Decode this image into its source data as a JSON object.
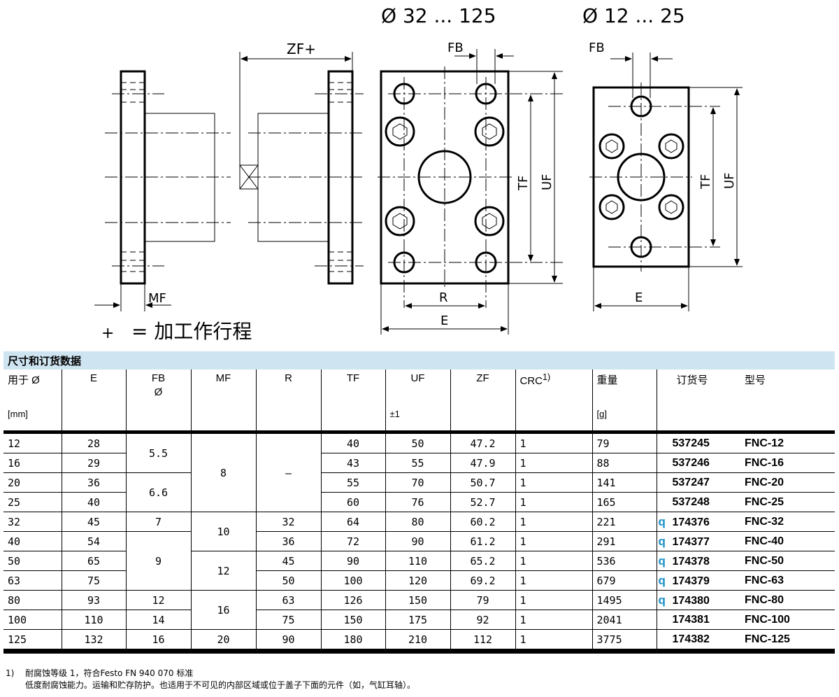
{
  "drawing": {
    "label_dia_large": "Ø 32 ... 125",
    "label_dia_small": "Ø 12 ... 25",
    "label_zf": "ZF+",
    "label_fb": "FB",
    "label_tf": "TF",
    "label_uf": "UF",
    "label_r": "R",
    "label_e": "E",
    "label_mf": "MF",
    "legend_plus": "+",
    "legend_text": "= 加工作行程"
  },
  "table": {
    "title": "尺寸和订货数据",
    "headers": [
      {
        "label": "用于 Ø",
        "unit": "[mm]"
      },
      {
        "label": "E",
        "unit": ""
      },
      {
        "label": "FB",
        "sub": "Ø",
        "unit": ""
      },
      {
        "label": "MF",
        "unit": ""
      },
      {
        "label": "R",
        "unit": ""
      },
      {
        "label": "TF",
        "unit": ""
      },
      {
        "label": "UF",
        "unit": "±1"
      },
      {
        "label": "ZF",
        "unit": ""
      },
      {
        "label": "CRC",
        "sup": "1)",
        "unit": ""
      },
      {
        "label": "重量",
        "unit": "[g]"
      },
      {
        "label": "订货号",
        "unit": ""
      },
      {
        "label": "型号",
        "unit": ""
      }
    ],
    "rows": [
      {
        "dia": "12",
        "e": "28",
        "tf": "40",
        "uf": "50",
        "zf": "47.2",
        "crc": "1",
        "weight": "79",
        "order": "537245",
        "q": false,
        "type": "FNC-12"
      },
      {
        "dia": "16",
        "e": "29",
        "tf": "43",
        "uf": "55",
        "zf": "47.9",
        "crc": "1",
        "weight": "88",
        "order": "537246",
        "q": false,
        "type": "FNC-16"
      },
      {
        "dia": "20",
        "e": "36",
        "tf": "55",
        "uf": "70",
        "zf": "50.7",
        "crc": "1",
        "weight": "141",
        "order": "537247",
        "q": false,
        "type": "FNC-20"
      },
      {
        "dia": "25",
        "e": "40",
        "tf": "60",
        "uf": "76",
        "zf": "52.7",
        "crc": "1",
        "weight": "165",
        "order": "537248",
        "q": false,
        "type": "FNC-25"
      },
      {
        "dia": "32",
        "e": "45",
        "tf": "64",
        "uf": "80",
        "zf": "60.2",
        "crc": "1",
        "weight": "221",
        "order": "174376",
        "q": true,
        "type": "FNC-32"
      },
      {
        "dia": "40",
        "e": "54",
        "tf": "72",
        "uf": "90",
        "zf": "61.2",
        "crc": "1",
        "weight": "291",
        "order": "174377",
        "q": true,
        "type": "FNC-40"
      },
      {
        "dia": "50",
        "e": "65",
        "tf": "90",
        "uf": "110",
        "zf": "65.2",
        "crc": "1",
        "weight": "536",
        "order": "174378",
        "q": true,
        "type": "FNC-50"
      },
      {
        "dia": "63",
        "e": "75",
        "tf": "100",
        "uf": "120",
        "zf": "69.2",
        "crc": "1",
        "weight": "679",
        "order": "174379",
        "q": true,
        "type": "FNC-63"
      },
      {
        "dia": "80",
        "e": "93",
        "tf": "126",
        "uf": "150",
        "zf": "79",
        "crc": "1",
        "weight": "1495",
        "order": "174380",
        "q": true,
        "type": "FNC-80"
      },
      {
        "dia": "100",
        "e": "110",
        "tf": "150",
        "uf": "175",
        "zf": "92",
        "crc": "1",
        "weight": "2041",
        "order": "174381",
        "q": false,
        "type": "FNC-100"
      },
      {
        "dia": "125",
        "e": "132",
        "tf": "180",
        "uf": "210",
        "zf": "112",
        "crc": "1",
        "weight": "3775",
        "order": "174382",
        "q": false,
        "type": "FNC-125"
      }
    ],
    "merged": {
      "fb": [
        "5.5",
        "6.6",
        "7",
        "9",
        "12",
        "14",
        "16"
      ],
      "mf": [
        "8",
        "10",
        "12",
        "16",
        "20"
      ],
      "r": [
        "–",
        "32",
        "36",
        "45",
        "50",
        "63",
        "75",
        "90"
      ]
    },
    "q_symbol": "q"
  },
  "notes": {
    "marker": "1)",
    "line1": "耐腐蚀等级 1，符合Festo FN 940 070 标准",
    "line2": "低度耐腐蚀能力。运输和贮存防护。也适用于不可见的内部区域或位于盖子下面的元件（如，气缸耳轴）。"
  },
  "colors": {
    "title_bg": "#cfe4f1",
    "q_marker": "#1a8fc8",
    "line": "#000000"
  }
}
